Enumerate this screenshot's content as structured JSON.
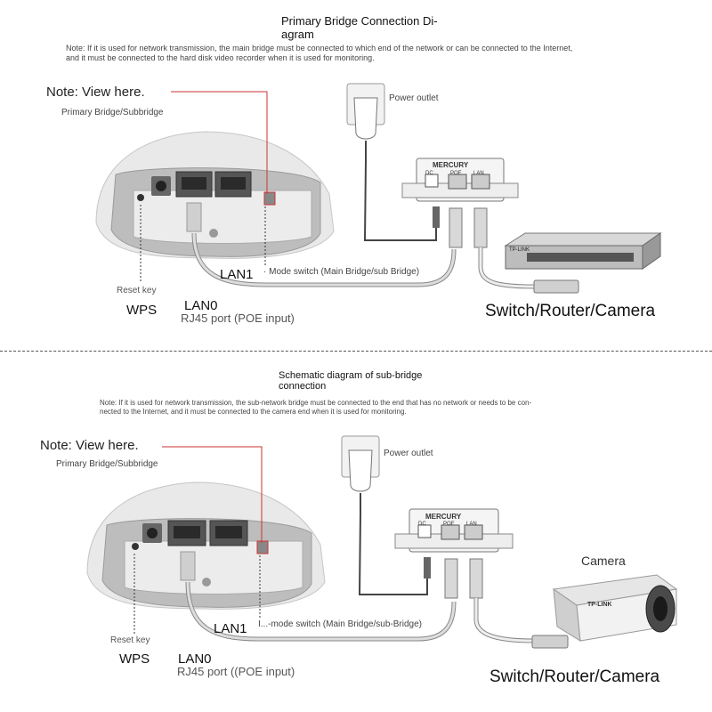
{
  "top": {
    "title_lines": [
      "Primary Bridge Connection Di-",
      "agram"
    ],
    "note_lines": [
      "Note: If it is used for network transmission, the main bridge must be connected to which end of the network or can be connected to the Internet,",
      "and it must be connected to the hard disk video recorder when it is used for monitoring."
    ],
    "note_view": "Note: View here.",
    "device_label": "Primary Bridge/Subbridge",
    "power_outlet": "Power outlet",
    "poe_brand": "MERCURY",
    "poe_ports": [
      "DC",
      "POE",
      "LAN"
    ],
    "mode_switch": "· Mode switch (Main Bridge/sub Bridge)",
    "lan1": "LAN1",
    "reset_key": "Reset key",
    "wps": "WPS",
    "lan0": "LAN0",
    "rj45": "RJ45 port (POE input)",
    "endpoint": "Switch/Router/Camera",
    "switch_brand": "TP-LINK"
  },
  "bottom": {
    "title_lines": [
      "Schematic diagram of sub-bridge",
      "connection"
    ],
    "note_lines": [
      "Note: If it is used for network transmission, the sub-network bridge must be connected to the end that has no network or needs to be con-",
      "nected to the Internet, and it must be connected to the camera end when it is used for monitoring."
    ],
    "note_view": "Note: View here.",
    "device_label": "Primary Bridge/Subbridge",
    "power_outlet": "Power outlet",
    "poe_brand": "MERCURY",
    "poe_ports": [
      "DC",
      "POE",
      "LAN"
    ],
    "camera_label": "Camera",
    "camera_brand": "TP-LINK",
    "mode_switch": "I...-mode switch (Main Bridge/sub-Bridge)",
    "lan1": "LAN1",
    "reset_key": "Reset key",
    "wps": "WPS",
    "lan0": "LAN0",
    "rj45": "RJ45 port ((POE input)",
    "endpoint": "Switch/Router/Camera"
  }
}
